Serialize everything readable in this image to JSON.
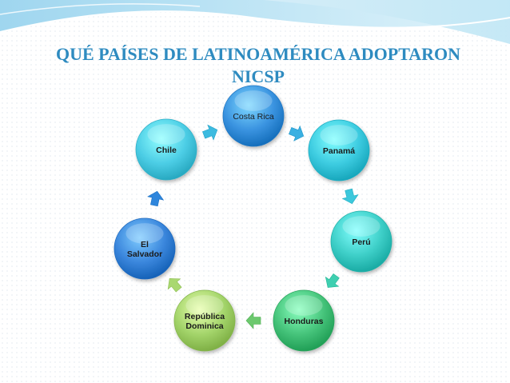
{
  "slide": {
    "title": "QUÉ PAÍSES DE LATINOAMÉRICA ADOPTARON NICSP"
  },
  "diagram": {
    "type": "cycle",
    "nodes": [
      {
        "id": "costa-rica",
        "lines": [
          "Costa Rica"
        ],
        "color": "#3a93e0"
      },
      {
        "id": "panama",
        "lines": [
          "Panamá"
        ],
        "color": "#3ccbe0"
      },
      {
        "id": "peru",
        "lines": [
          "Perú"
        ],
        "color": "#3ecfc8"
      },
      {
        "id": "honduras",
        "lines": [
          "Honduras"
        ],
        "color": "#45c37a"
      },
      {
        "id": "republica-dominica",
        "lines": [
          "República",
          "Dominica"
        ],
        "color": "#a3d46a"
      },
      {
        "id": "el-salvador",
        "lines": [
          "El",
          "Salvador"
        ],
        "color": "#3a86dc"
      },
      {
        "id": "chile",
        "lines": [
          "Chile"
        ],
        "color": "#4ccde5"
      }
    ],
    "arrow_colors": [
      "#3ab0e2",
      "#3cc8dc",
      "#3ecfb0",
      "#6cc96e",
      "#a9d870",
      "#2f86dc",
      "#3dbbe0"
    ]
  }
}
